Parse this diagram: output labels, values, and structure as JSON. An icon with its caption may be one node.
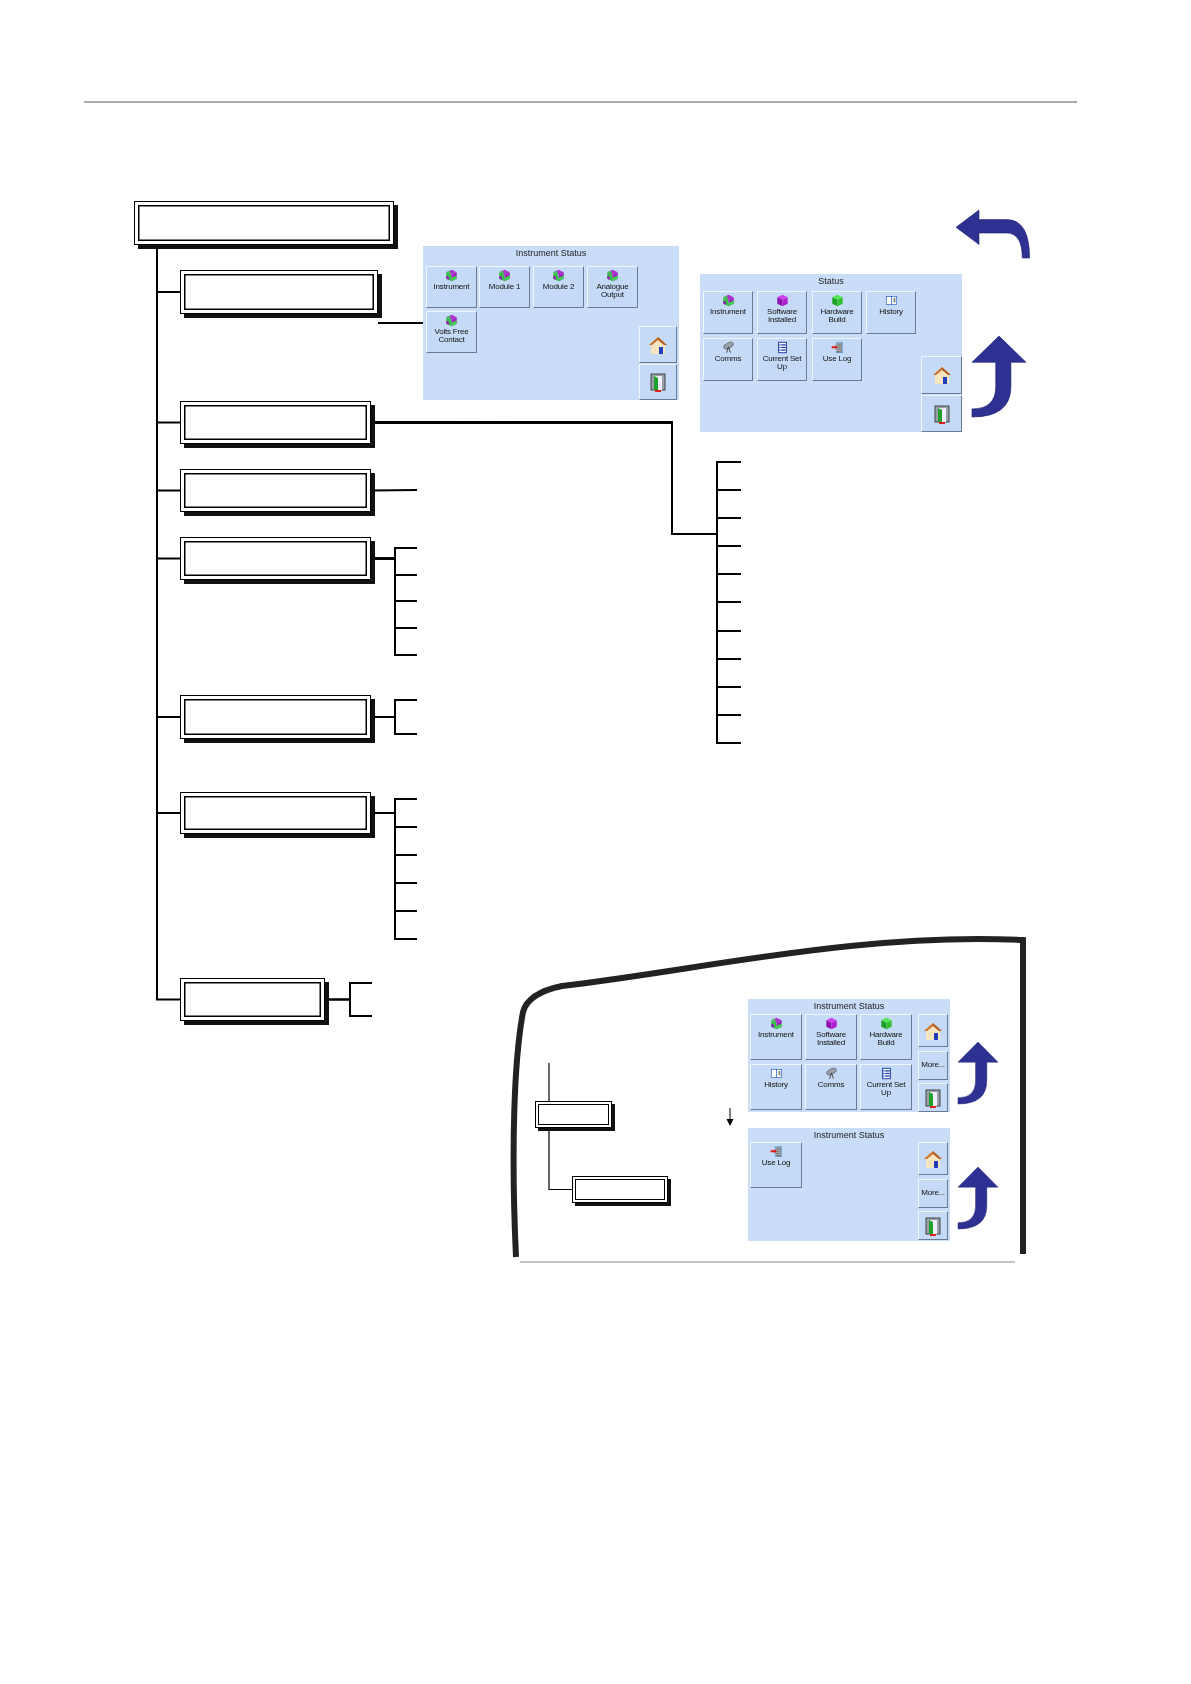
{
  "diagram": {
    "nodes": [
      {
        "text": [],
        "shape": "box"
      },
      {
        "text": [],
        "shape": "box"
      },
      {
        "text": [],
        "shape": "box"
      },
      {
        "text": [],
        "shape": "box"
      },
      {
        "text": [],
        "shape": "box"
      },
      {
        "text": [],
        "shape": "box"
      },
      {
        "text": [],
        "shape": "box"
      },
      {
        "text": [],
        "shape": "box"
      },
      {
        "text": [
          "Instrument Status"
        ]
      },
      {
        "text": [
          "Instrument"
        ],
        "in": 8
      },
      {
        "text": [
          "Module 1"
        ],
        "in": 8
      },
      {
        "text": [
          "Module 2"
        ],
        "in": 8
      },
      {
        "text": [
          "Analogue Output"
        ],
        "in": 8
      },
      {
        "text": [
          "Volts Free Contact"
        ],
        "in": 8
      },
      {
        "text": [],
        "shape": "box",
        "in": 8
      },
      {
        "text": [],
        "shape": "box",
        "in": 8
      },
      {
        "text": [
          "Status"
        ]
      },
      {
        "text": [
          "Instrument"
        ],
        "in": 16
      },
      {
        "text": [
          "Software Installed"
        ],
        "in": 16
      },
      {
        "text": [
          "Hardware Build"
        ],
        "in": 16
      },
      {
        "text": [
          "History"
        ],
        "in": 16
      },
      {
        "text": [
          "Comms"
        ],
        "in": 16
      },
      {
        "text": [
          "Current Set Up"
        ],
        "in": 16
      },
      {
        "text": [
          "Use Log"
        ],
        "in": 16
      },
      {
        "text": [],
        "shape": "box",
        "in": 16
      },
      {
        "text": [],
        "shape": "box",
        "in": 16
      },
      {
        "text": [],
        "shape": "box"
      },
      {
        "text": [],
        "shape": "box"
      },
      {
        "text": [
          "Instrument Status"
        ]
      },
      {
        "text": [
          "Instrument"
        ],
        "in": 28
      },
      {
        "text": [
          "Software Installed"
        ],
        "in": 28
      },
      {
        "text": [
          "Hardware Build"
        ],
        "in": 28
      },
      {
        "text": [
          "History"
        ],
        "in": 28
      },
      {
        "text": [
          "Comms"
        ],
        "in": 28
      },
      {
        "text": [
          "Current Set Up"
        ],
        "in": 28
      },
      {
        "text": [],
        "shape": "box",
        "in": 28
      },
      {
        "text": [
          "More..."
        ],
        "in": 28
      },
      {
        "text": [],
        "shape": "box",
        "in": 28
      },
      {
        "text": [
          "Instrument Status"
        ]
      },
      {
        "text": [
          "Use Log"
        ],
        "in": 38
      },
      {
        "text": [],
        "shape": "box",
        "in": 38
      },
      {
        "text": [
          "More..."
        ],
        "in": 38
      },
      {
        "text": [],
        "shape": "box",
        "in": 38
      }
    ],
    "edges": [
      {
        "from": 0,
        "to": 1,
        "arrow": "none"
      },
      {
        "from": 0,
        "to": 2,
        "arrow": "none"
      },
      {
        "from": 0,
        "to": 3,
        "arrow": "none"
      },
      {
        "from": 0,
        "to": 4,
        "arrow": "none"
      },
      {
        "from": 0,
        "to": 5,
        "arrow": "none"
      },
      {
        "from": 0,
        "to": 6,
        "arrow": "none"
      },
      {
        "from": 0,
        "to": 7,
        "arrow": "none"
      },
      {
        "from": 1,
        "to": 8,
        "arrow": "none"
      },
      {
        "from": 2,
        "to": null,
        "arrow": "none"
      },
      {
        "from": 2,
        "to": null,
        "arrow": "none"
      },
      {
        "from": 2,
        "to": null,
        "arrow": "none"
      },
      {
        "from": 2,
        "to": null,
        "arrow": "none"
      },
      {
        "from": 2,
        "to": null,
        "arrow": "none"
      },
      {
        "from": 2,
        "to": null,
        "arrow": "none"
      },
      {
        "from": 2,
        "to": null,
        "arrow": "none"
      },
      {
        "from": 2,
        "to": null,
        "arrow": "none"
      },
      {
        "from": 2,
        "to": null,
        "arrow": "none"
      },
      {
        "from": 2,
        "to": null,
        "arrow": "none"
      },
      {
        "from": 2,
        "to": null,
        "arrow": "none"
      },
      {
        "from": 3,
        "to": null,
        "arrow": "none"
      },
      {
        "from": 4,
        "to": null,
        "arrow": "none"
      },
      {
        "from": 4,
        "to": null,
        "arrow": "none"
      },
      {
        "from": 4,
        "to": null,
        "arrow": "none"
      },
      {
        "from": 4,
        "to": null,
        "arrow": "none"
      },
      {
        "from": 4,
        "to": null,
        "arrow": "none"
      },
      {
        "from": 5,
        "to": null,
        "arrow": "none"
      },
      {
        "from": 5,
        "to": null,
        "arrow": "none"
      },
      {
        "from": 6,
        "to": null,
        "arrow": "none"
      },
      {
        "from": 6,
        "to": null,
        "arrow": "none"
      },
      {
        "from": 6,
        "to": null,
        "arrow": "none"
      },
      {
        "from": 6,
        "to": null,
        "arrow": "none"
      },
      {
        "from": 6,
        "to": null,
        "arrow": "none"
      },
      {
        "from": 6,
        "to": null,
        "arrow": "none"
      },
      {
        "from": 7,
        "to": null,
        "arrow": "none"
      },
      {
        "from": 7,
        "to": null,
        "arrow": "none"
      },
      {
        "from": null,
        "to": 26,
        "arrow": "none"
      },
      {
        "from": 26,
        "to": 27,
        "arrow": "none"
      }
    ]
  }
}
